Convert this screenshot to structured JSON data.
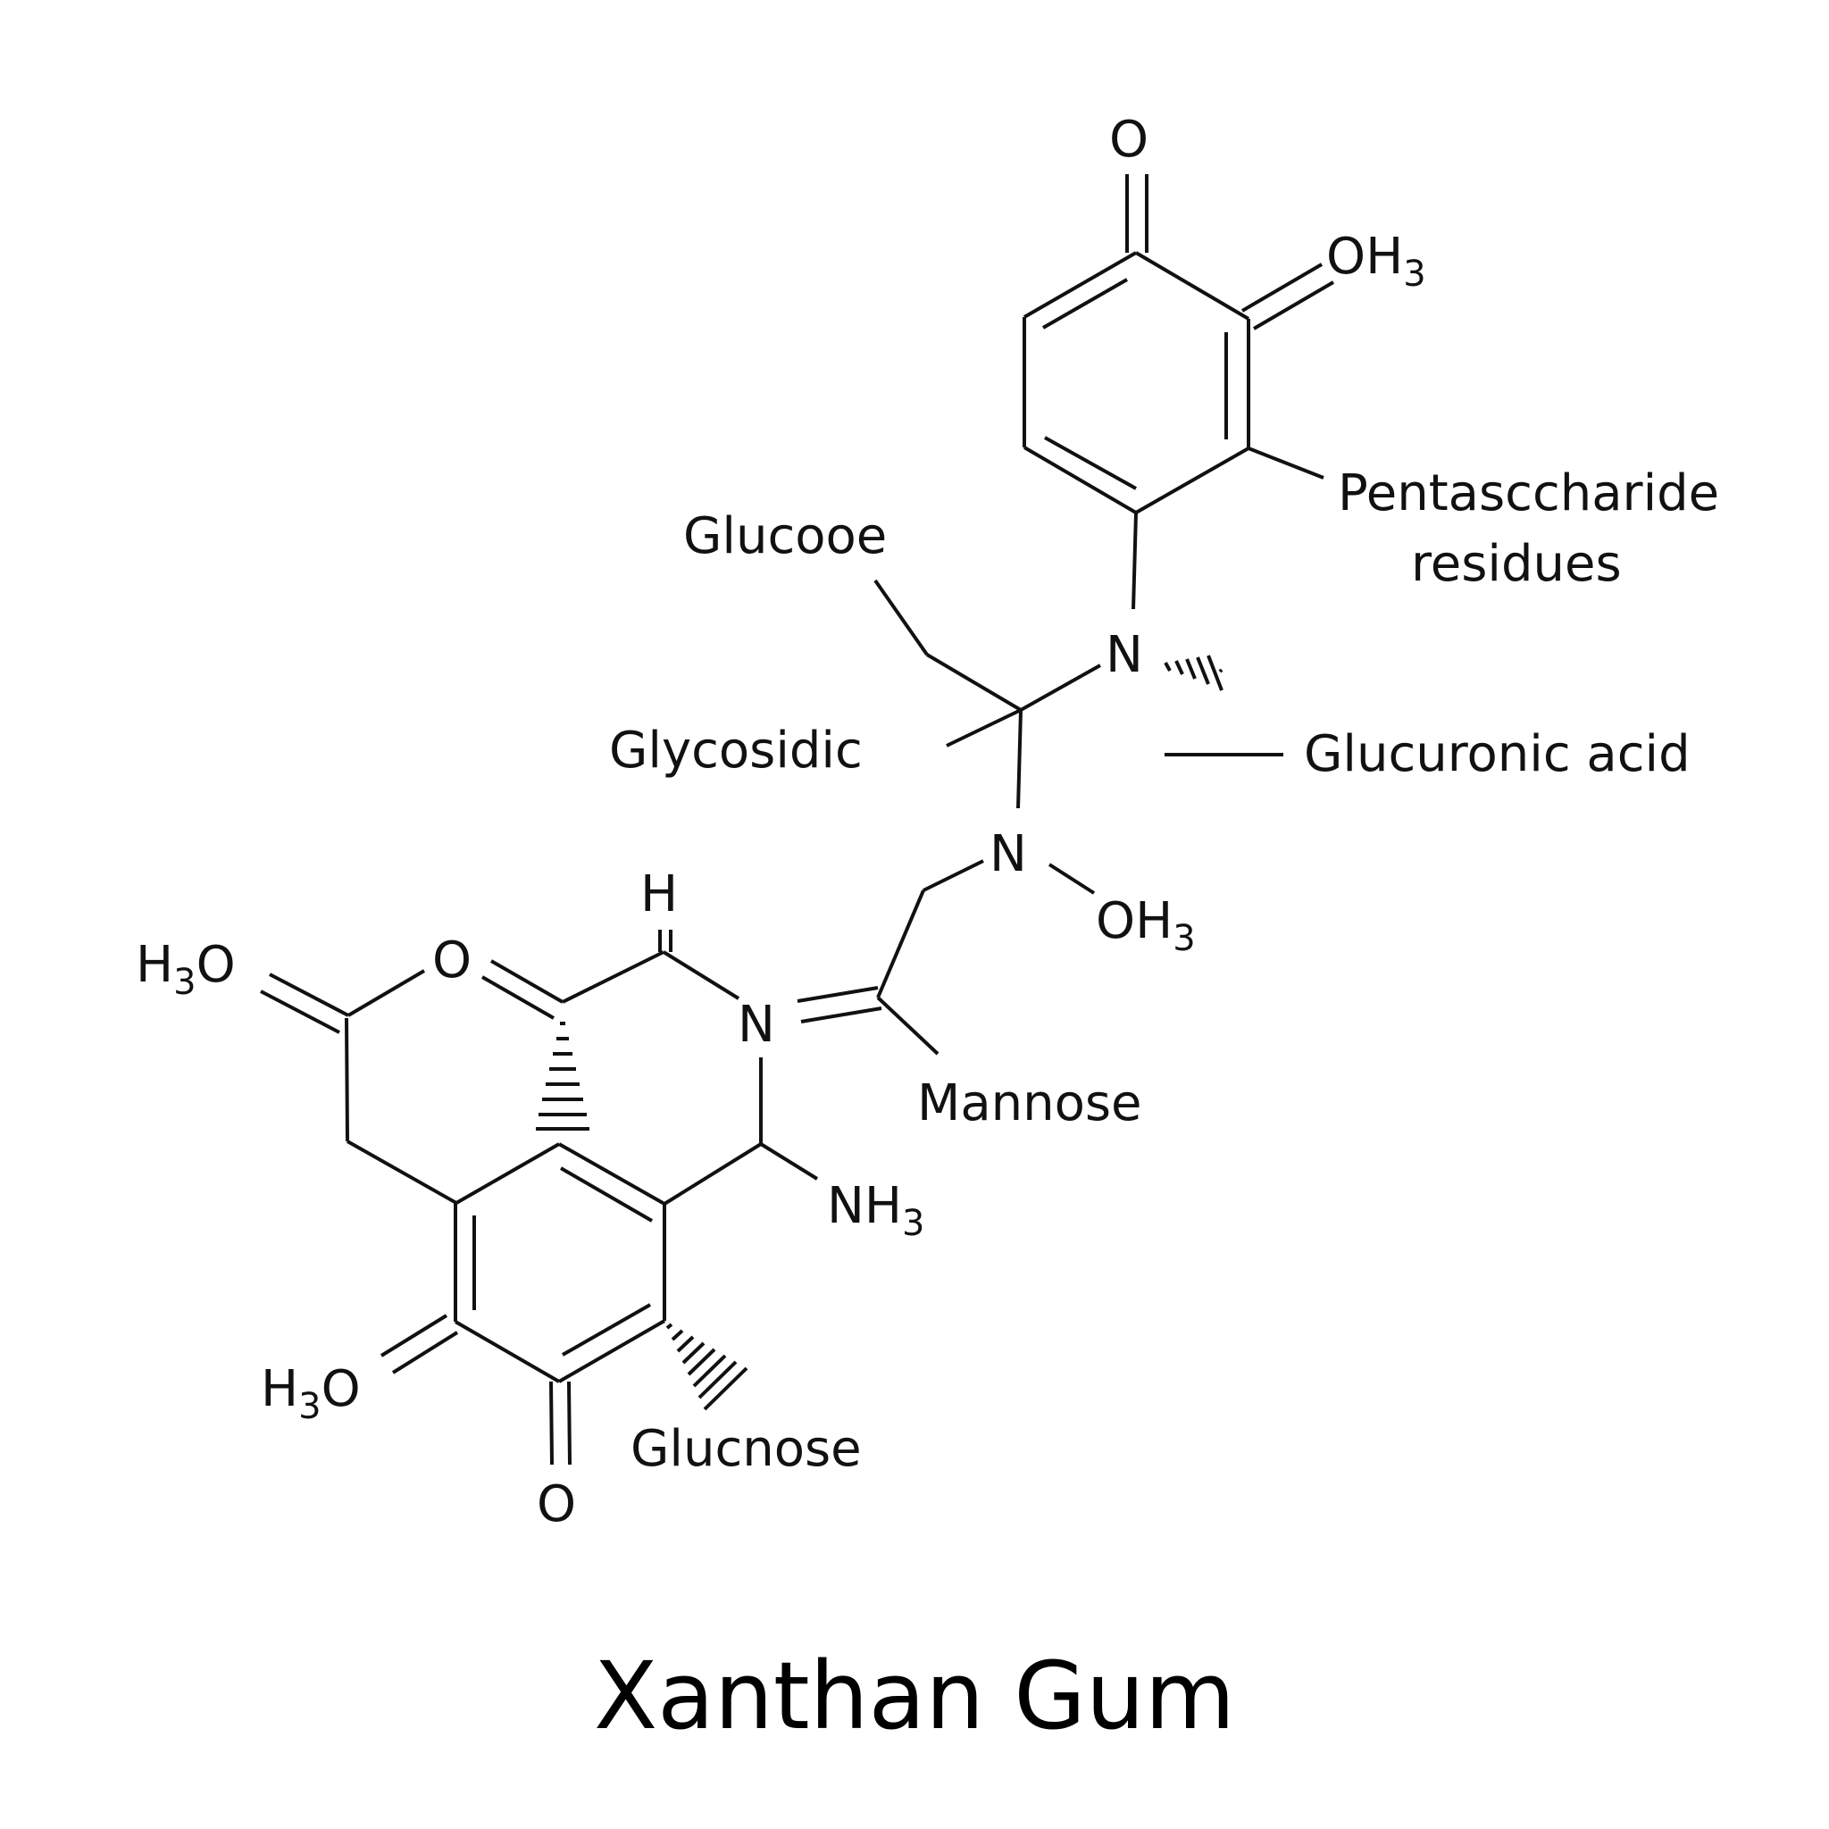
{
  "title": "Xanthan Gum",
  "colors": {
    "ink": "#111111",
    "background": "#ffffff"
  },
  "labels": {
    "pentasaccharide_line1": "Pentasccharide",
    "pentasaccharide_line2": "residues",
    "glucooe": "Glucooe",
    "glycosidic": "Glycosidic",
    "glucuronic_acid": "Glucuronic acid",
    "mannose": "Mannose",
    "glucnose": "Glucnose"
  },
  "atoms": {
    "o_top": {
      "base": "O",
      "sub": ""
    },
    "oh3_top": {
      "base": "OH",
      "sub": "3"
    },
    "n_upper": {
      "base": "N",
      "sub": ""
    },
    "n_middle": {
      "base": "N",
      "sub": ""
    },
    "oh3_middle": {
      "base": "OH",
      "sub": "3"
    },
    "h_top": {
      "base": "H",
      "sub": ""
    },
    "n_ring": {
      "base": "N",
      "sub": ""
    },
    "o_ring": {
      "base": "O",
      "sub": ""
    },
    "nh3": {
      "base": "NH",
      "sub": "3"
    },
    "o_bottom": {
      "base": "O",
      "sub": ""
    }
  },
  "prefixed_atoms": {
    "h3o_left": {
      "base": "H",
      "sub": "3",
      "tail": "O"
    },
    "h3o_bottom": {
      "base": "H",
      "sub": "3",
      "tail": "O"
    }
  }
}
